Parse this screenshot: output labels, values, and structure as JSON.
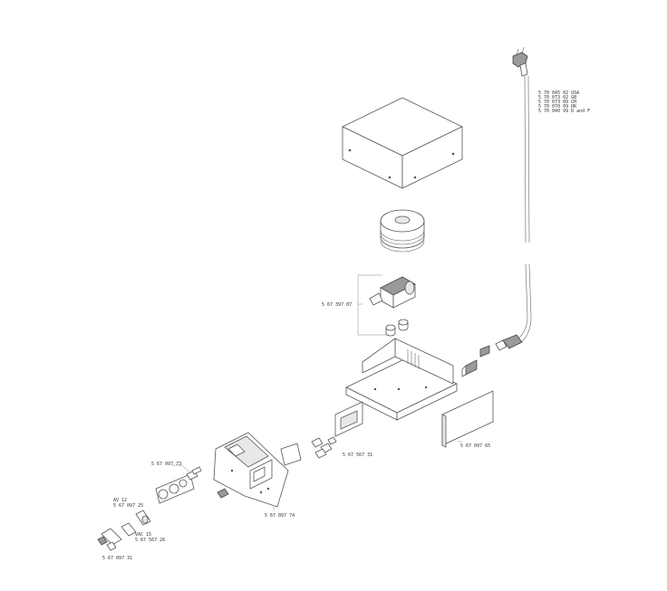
{
  "labels": {
    "cable_codes": [
      "5 70 045 02   USA",
      "5 70 073 02   GB",
      "5 70 073 09   CH",
      "5 70 070 09   DK",
      "5 70 040 99   D  and  F"
    ],
    "transformer_part": "5 67 397 07",
    "back_panel_part": "5 67 097 65",
    "terminal_part": "5 67 567 31",
    "front_panel_part": "5 67 097 74",
    "knob_part": "5 67 097 73",
    "av_label": "AV  12",
    "av_part": "5 67 097 25",
    "vac_label": "VAC  15",
    "vac_part": "5 67 567 26",
    "connector_part": "5 67 097 31"
  }
}
